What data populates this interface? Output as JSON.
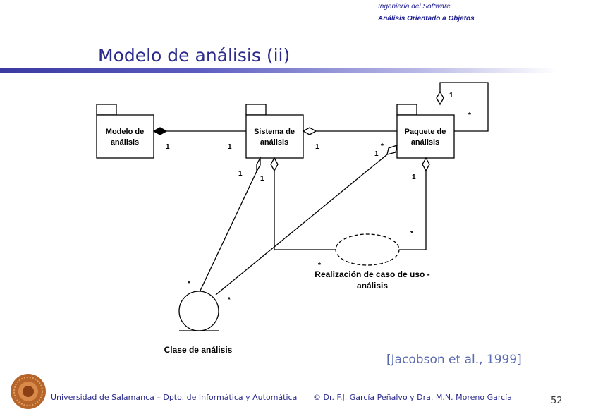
{
  "header": {
    "line1": "Ingeniería del Software",
    "line2": "Análisis Orientado a Objetos"
  },
  "title": "Modelo de análisis (ii)",
  "diagram": {
    "boxes": {
      "modelo": [
        "Modelo de",
        "análisis"
      ],
      "sistema": [
        "Sistema de",
        "análisis"
      ],
      "paquete": [
        "Paquete de",
        "análisis"
      ]
    },
    "multiplicities": {
      "modelo_sistema_left": "1",
      "modelo_sistema_right": "1",
      "sistema_paquete_left": "1",
      "paquete_self_top": "1",
      "paquete_self_right": "*",
      "paquete_clase_star": "*",
      "paquete_clase_one": "1",
      "sistema_clase_one": "1",
      "sistema_realizacion_one": "1",
      "paquete_realizacion_one": "1",
      "realizacion_right": "*",
      "realizacion_left": "*",
      "clase_top": "*",
      "clase_right": "*"
    },
    "realizacion_label": [
      "Realización de caso de uso -",
      "análisis"
    ],
    "clase_label": "Clase de análisis"
  },
  "citation": "[Jacobson et al., 1999]",
  "footer": {
    "left": "Universidad de Salamanca – Dpto. de Informática y Automática",
    "right": "© Dr. F.J. García Peñalvo y Dra. M.N. Moreno García",
    "page": "52"
  }
}
